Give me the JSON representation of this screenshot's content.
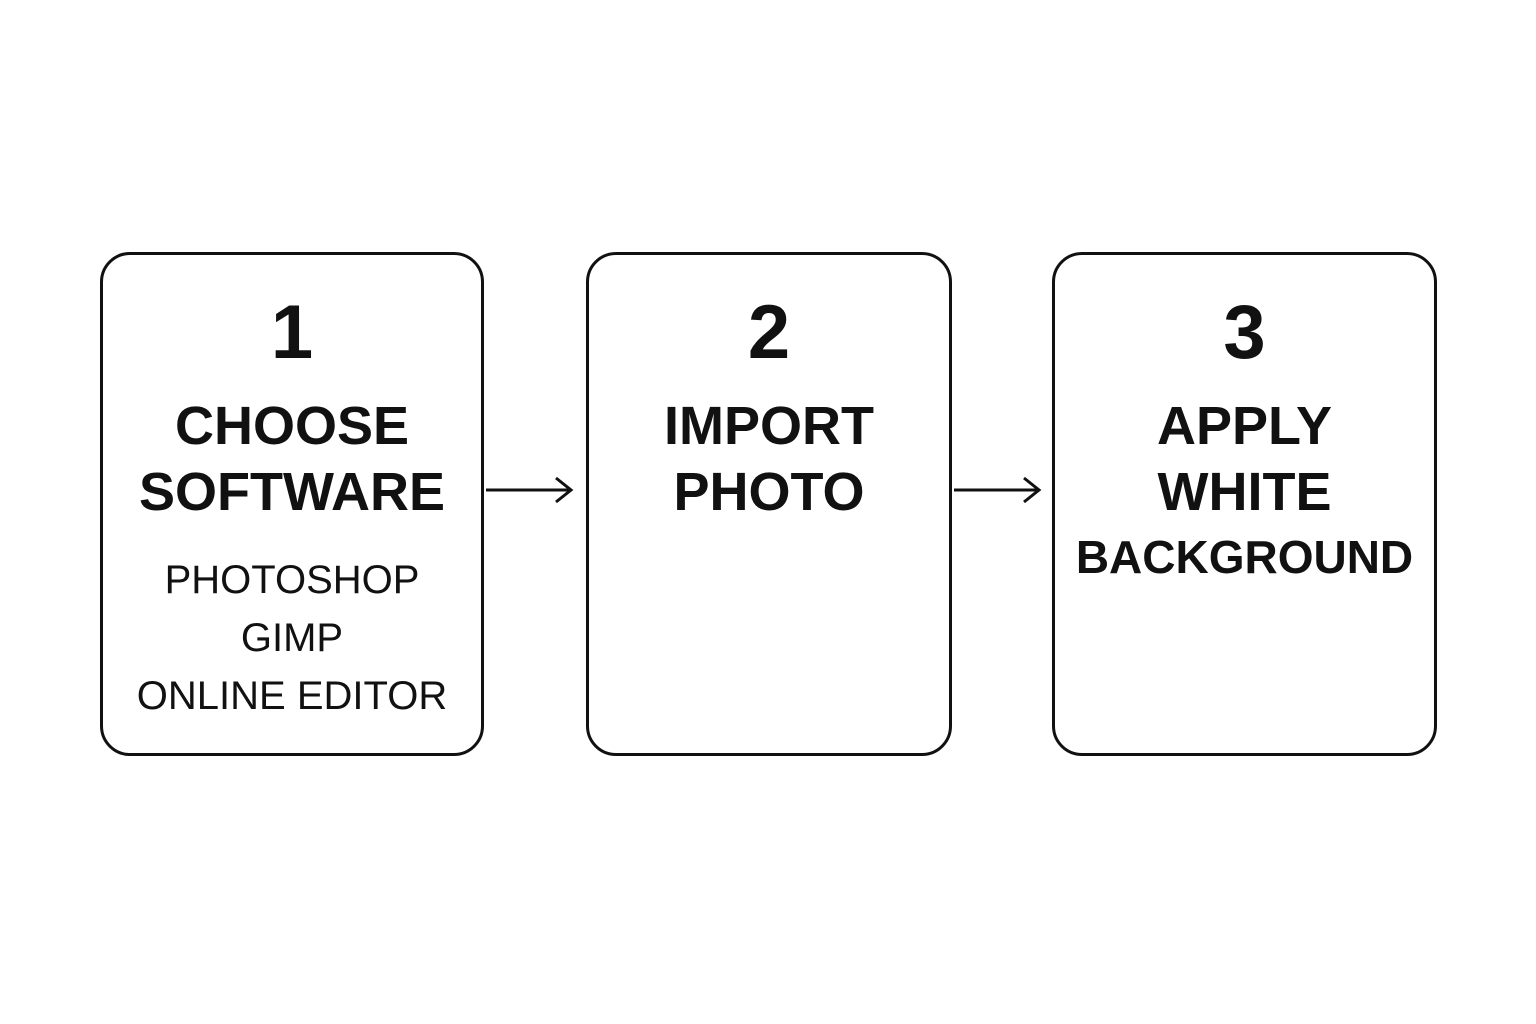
{
  "steps": [
    {
      "number": "1",
      "title_lines": [
        "CHOOSE",
        "SOFTWARE"
      ],
      "options": [
        "PHOTOSHOP",
        "GIMP",
        "ONLINE EDITOR"
      ]
    },
    {
      "number": "2",
      "title_lines": [
        "IMPORT",
        "PHOTO"
      ]
    },
    {
      "number": "3",
      "title_lines": [
        "APPLY",
        "WHITE",
        "BACKGROUND"
      ]
    }
  ],
  "colors": {
    "stroke": "#111111",
    "background": "#ffffff"
  }
}
